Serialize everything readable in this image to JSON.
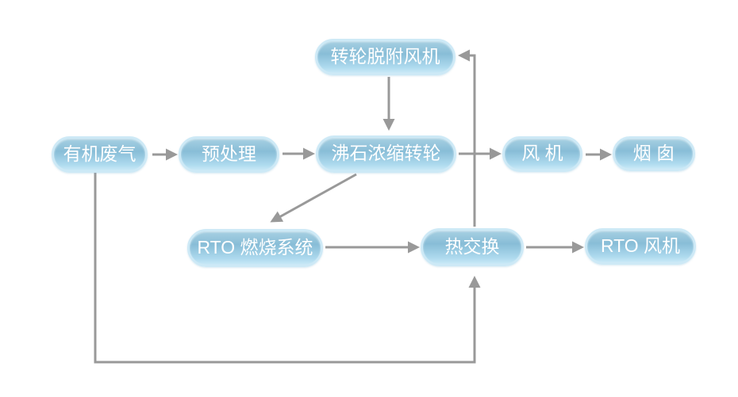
{
  "diagram": {
    "title": "",
    "nodes": {
      "desorption_fan": {
        "label": "转轮脱附风机"
      },
      "organic_waste_gas": {
        "label": "有机废气"
      },
      "pretreatment": {
        "label": "预处理"
      },
      "zeolite_rotor": {
        "label": "沸石浓缩转轮"
      },
      "fan": {
        "label": "风 机"
      },
      "chimney": {
        "label": "烟 囱"
      },
      "rto_combustion": {
        "label": "RTO 燃烧系统"
      },
      "heat_exchange": {
        "label": "热交换"
      },
      "rto_fan": {
        "label": "RTO 风机"
      }
    },
    "edges": [
      {
        "from": "有机废气",
        "to": "预处理"
      },
      {
        "from": "预处理",
        "to": "沸石浓缩转轮"
      },
      {
        "from": "转轮脱附风机",
        "to": "沸石浓缩转轮"
      },
      {
        "from": "沸石浓缩转轮",
        "to": "风 机"
      },
      {
        "from": "风 机",
        "to": "烟 囱"
      },
      {
        "from": "沸石浓缩转轮",
        "to": "RTO 燃烧系统"
      },
      {
        "from": "RTO 燃烧系统",
        "to": "热交换"
      },
      {
        "from": "热交换",
        "to": "RTO 风机"
      },
      {
        "from": "热交换",
        "to": "转轮脱附风机"
      },
      {
        "from": "有机废气",
        "to": "热交换"
      }
    ],
    "colors": {
      "background": "#ffffff",
      "arrow": "#999999",
      "text": "#ffffff",
      "node_border": "#cde9f6",
      "node_top": "#a7d0e2",
      "node_mid": "#88bdd7",
      "node_bottom": "#aedaee",
      "node_glow": "#c9e9f7"
    }
  }
}
